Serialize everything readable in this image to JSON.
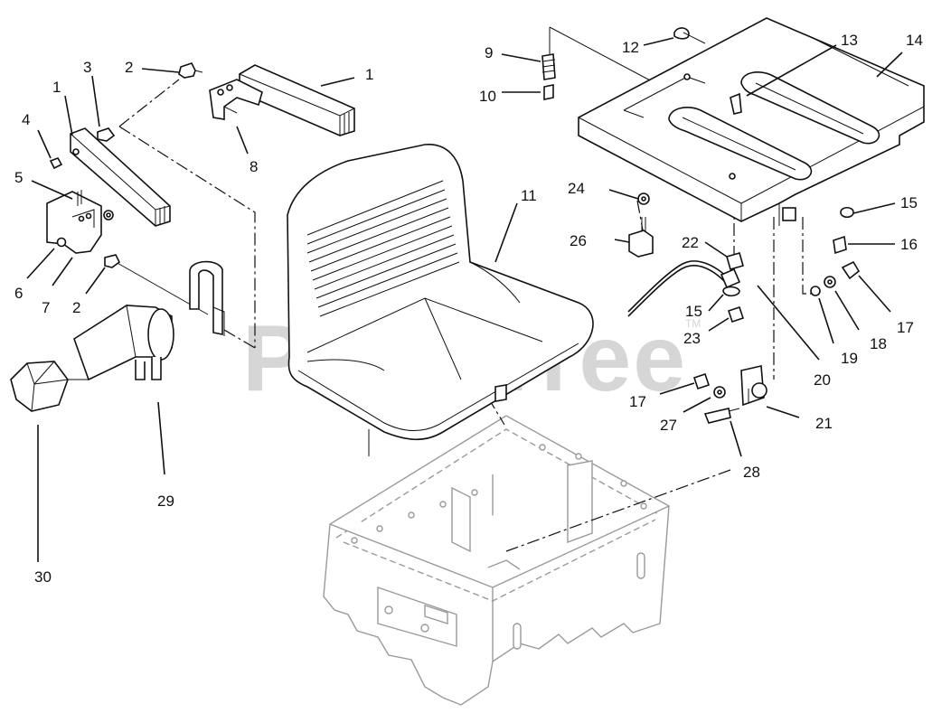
{
  "watermark": {
    "text": "PartsTree",
    "trademark": "TM"
  },
  "callouts": {
    "c1a": "1",
    "c1b": "1",
    "c2a": "2",
    "c2b": "2",
    "c3": "3",
    "c4": "4",
    "c5": "5",
    "c6": "6",
    "c7": "7",
    "c8": "8",
    "c9": "9",
    "c10": "10",
    "c11": "11",
    "c12": "12",
    "c13": "13",
    "c14": "14",
    "c15a": "15",
    "c15b": "15",
    "c16": "16",
    "c17a": "17",
    "c17b": "17",
    "c18": "18",
    "c19": "19",
    "c20": "20",
    "c21": "21",
    "c22": "22",
    "c23": "23",
    "c24": "24",
    "c26": "26",
    "c27": "27",
    "c28": "28",
    "c29": "29",
    "c30": "30"
  },
  "colors": {
    "line": "#111111",
    "frame_ghost": "#9a9a9a",
    "watermark": "#d6d6d6"
  }
}
